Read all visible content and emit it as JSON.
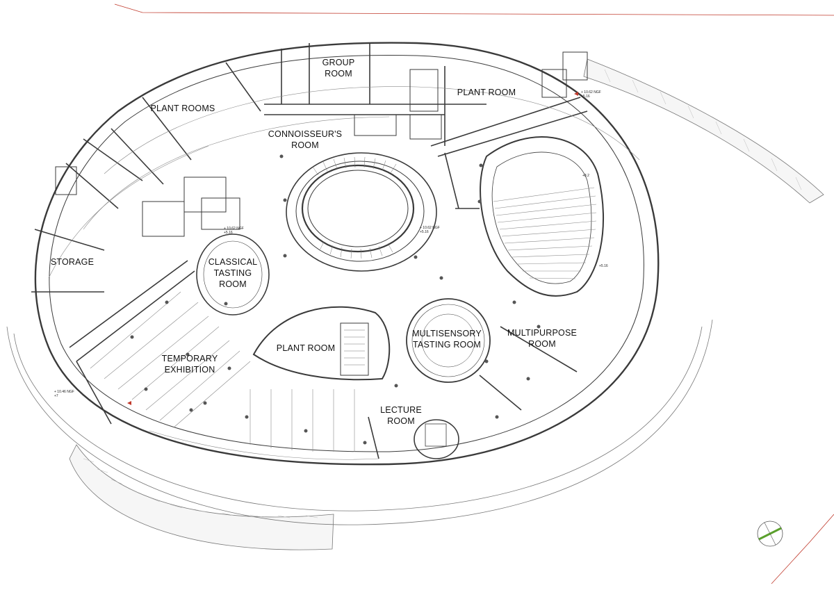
{
  "rooms": {
    "group_room": [
      "GROUP",
      "ROOM"
    ],
    "plant_room_top": [
      "PLANT ROOM"
    ],
    "plant_rooms": [
      "PLANT ROOMS"
    ],
    "connoisseurs_room": [
      "CONNOISSEUR'S",
      "ROOM"
    ],
    "storage": [
      "STORAGE"
    ],
    "classical_tasting_room": [
      "CLASSICAL",
      "TASTING",
      "ROOM"
    ],
    "plant_room_center": [
      "PLANT ROOM"
    ],
    "multisensory_tasting_room": [
      "MULTISENSORY",
      "TASTING ROOM"
    ],
    "multipurpose_room": [
      "MULTIPURPOSE",
      "ROOM"
    ],
    "temporary_exhibition": [
      "TEMPORARY",
      "EXHIBITION"
    ],
    "lecture_room": [
      "LECTURE",
      "ROOM"
    ]
  },
  "levels": {
    "l1": [
      "+ 10.62 NGF",
      "+5.16"
    ],
    "l2": [
      "+ 10.62 NGF",
      "+5.16"
    ],
    "l3": [
      "+ 10.62 NGF",
      "+5.16"
    ],
    "l4": [
      "+ 10.46 NGF",
      "+7"
    ],
    "l5": [
      "+5.16"
    ],
    "l6": [
      "+8.2"
    ]
  },
  "colors": {
    "wall": "#3a3a3a",
    "thin_line": "#8a8a8a",
    "site_line": "#c0392b",
    "north_arrow": "#5aa02c",
    "marker": "#c0392b"
  },
  "north_arrow_icon": "north-arrow-icon"
}
